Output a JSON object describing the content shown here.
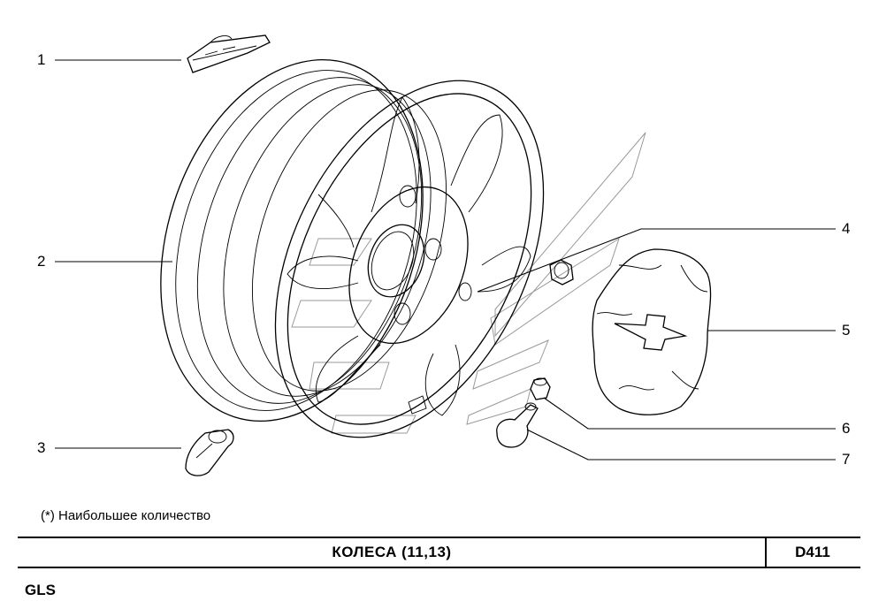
{
  "callouts": [
    {
      "num": "1",
      "part": "wheel-weight-clip"
    },
    {
      "num": "2",
      "part": "rim"
    },
    {
      "num": "3",
      "part": "wheel-weight"
    },
    {
      "num": "4",
      "part": "wheel-nut"
    },
    {
      "num": "5",
      "part": "hub-cap"
    },
    {
      "num": "6",
      "part": "valve-cap"
    },
    {
      "num": "7",
      "part": "valve"
    }
  ],
  "footnote": "(*) Наибольшее количество",
  "title": "КОЛЕСА (11,13)",
  "code": "D411",
  "model": "GLS",
  "icons": [
    "chevrolet-bowtie-icon"
  ]
}
